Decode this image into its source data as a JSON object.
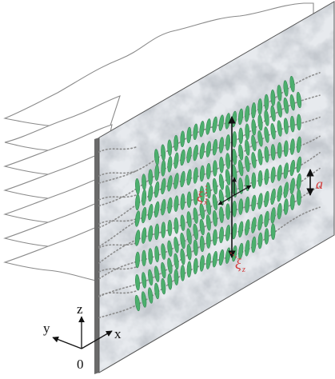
{
  "labels": {
    "axis_x": "x",
    "axis_y": "y",
    "axis_z": "z",
    "origin": "0",
    "spacing": "a",
    "xi_symbol": "ξ",
    "xi_x_sub": "x",
    "xi_z_sub": "z"
  },
  "colors": {
    "layer_stroke": "#8a8a8a",
    "plate_texture_light": "#ffffff",
    "plate_texture_dark": "#9aa1aa",
    "plate_edge": "#555555",
    "molecule_fill": "#4caf6d",
    "molecule_stroke": "#2f7f4b",
    "annotation_red": "#d33a3a",
    "arrow_black": "#111111"
  },
  "icons": {
    "axis_arrows": "coordinate-axes-icon",
    "double_arrow": "double-headed-arrow-icon"
  }
}
